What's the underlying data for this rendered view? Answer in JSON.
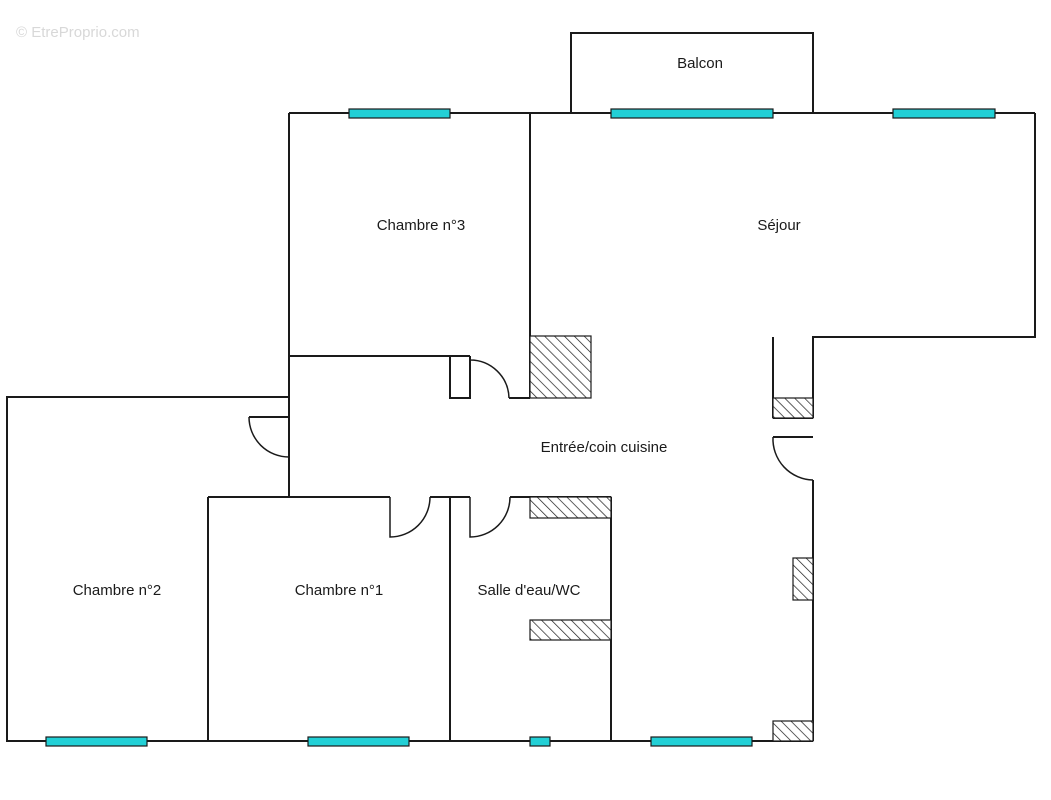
{
  "watermark": "© EtreProprio.com",
  "rooms": {
    "balcon": "Balcon",
    "chambre3": "Chambre n°3",
    "sejour": "Séjour",
    "entree": "Entrée/coin cuisine",
    "chambre2": "Chambre n°2",
    "chambre1": "Chambre n°1",
    "salle_eau": "Salle d'eau/WC"
  },
  "colors": {
    "wall": "#1a1a1a",
    "window": "#22d0d6",
    "watermark": "#d8d8d8"
  }
}
